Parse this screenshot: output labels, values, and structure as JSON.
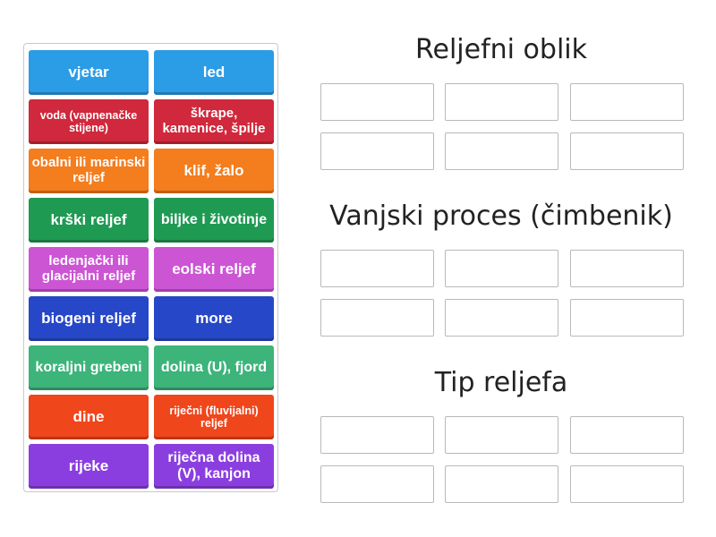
{
  "tiles": [
    {
      "label": "vjetar",
      "color": "#2b9ce6"
    },
    {
      "label": "led",
      "color": "#2b9ce6"
    },
    {
      "label": "voda (vapnenačke stijene)",
      "color": "#d0283c"
    },
    {
      "label": "škrape, kamenice, špilje",
      "color": "#d0283c"
    },
    {
      "label": "obalni ili marinski reljef",
      "color": "#f47d1e"
    },
    {
      "label": "klif, žalo",
      "color": "#f47d1e"
    },
    {
      "label": "krški reljef",
      "color": "#1f9a53"
    },
    {
      "label": "biljke i životinje",
      "color": "#1f9a53"
    },
    {
      "label": "ledenjački ili glacijalni reljef",
      "color": "#cc55d4"
    },
    {
      "label": "eolski reljef",
      "color": "#cc55d4"
    },
    {
      "label": "biogeni reljef",
      "color": "#2747c9"
    },
    {
      "label": "more",
      "color": "#2747c9"
    },
    {
      "label": "koraljni grebeni",
      "color": "#3cb47a"
    },
    {
      "label": "dolina (U), fjord",
      "color": "#3cb47a"
    },
    {
      "label": "dine",
      "color": "#f0461c"
    },
    {
      "label": "riječni (fluvijalni) reljef",
      "color": "#f0461c"
    },
    {
      "label": "rijeke",
      "color": "#8b3ee0"
    },
    {
      "label": "riječna dolina (V), kanjon",
      "color": "#8b3ee0"
    }
  ],
  "groups": [
    {
      "title": "Reljefni oblik"
    },
    {
      "title": "Vanjski proces (čimbenik)"
    },
    {
      "title": "Tip reljefa"
    }
  ]
}
